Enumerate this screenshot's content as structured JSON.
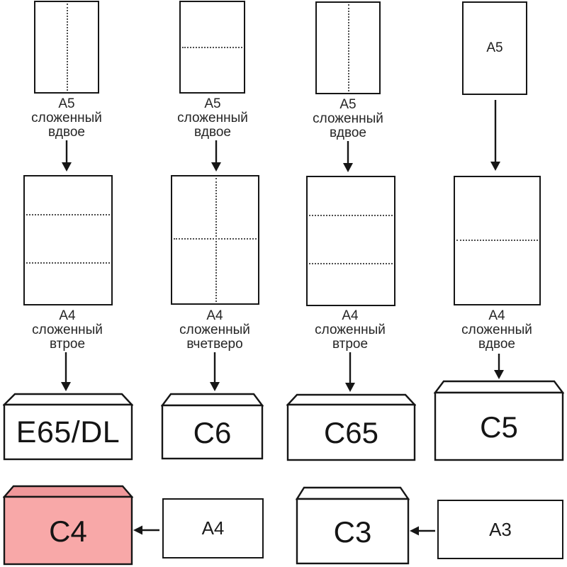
{
  "diagram": {
    "columns": [
      {
        "top_caption": [
          "А5",
          "сложенный",
          "вдвое"
        ],
        "mid_caption": [
          "А4",
          "сложенный",
          "втрое"
        ],
        "envelope": "E65/DL"
      },
      {
        "top_caption": [
          "А5",
          "сложенный",
          "вдвое"
        ],
        "mid_caption": [
          "А4",
          "сложенный",
          "вчетверо"
        ],
        "envelope": "C6"
      },
      {
        "top_caption": [
          "А5",
          "сложенный",
          "вдвое"
        ],
        "mid_caption": [
          "А4",
          "сложенный",
          "втрое"
        ],
        "envelope": "C65"
      },
      {
        "top_sheet_label": "А5",
        "mid_caption": [
          "А4",
          "сложенный",
          "вдвое"
        ],
        "envelope": "C5"
      }
    ],
    "bottom": [
      {
        "envelope": "C4",
        "sheet": "А4"
      },
      {
        "envelope": "C3",
        "sheet": "А3"
      }
    ]
  },
  "colors": {
    "background": "#ffffff",
    "outline": "#161616",
    "fold_line": "#4d4d4d",
    "c4_envelope_body": "#f8a8a8",
    "c4_envelope_flap": "#f0989a"
  }
}
